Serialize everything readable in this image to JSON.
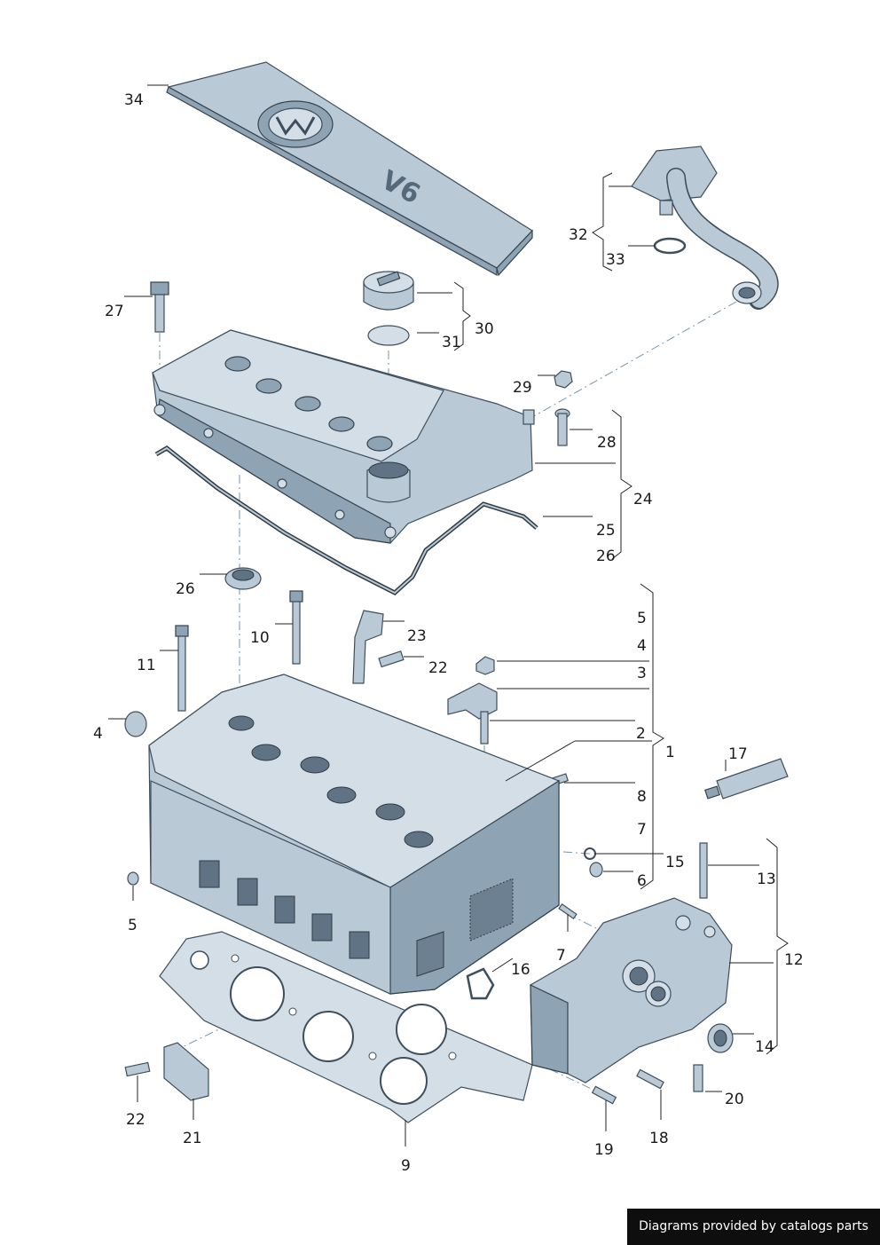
{
  "callouts": {
    "c1": "1",
    "c2": "2",
    "c3": "3",
    "c4a": "4",
    "c4b": "4",
    "c5a": "5",
    "c5b": "5",
    "c6": "6",
    "c7a": "7",
    "c7b": "7",
    "c8": "8",
    "c9": "9",
    "c10": "10",
    "c11": "11",
    "c12": "12",
    "c13": "13",
    "c14": "14",
    "c15": "15",
    "c16": "16",
    "c17": "17",
    "c18": "18",
    "c19": "19",
    "c20": "20",
    "c21": "21",
    "c22a": "22",
    "c22b": "22",
    "c23": "23",
    "c24": "24",
    "c25": "25",
    "c26a": "26",
    "c26b": "26",
    "c27": "27",
    "c28": "28",
    "c29": "29",
    "c30": "30",
    "c31": "31",
    "c32": "32",
    "c33": "33",
    "c34": "34"
  },
  "cover_badge": "V6",
  "footer_text": "Diagrams provided by catalogs parts",
  "colors": {
    "part_fill": "#b9c9d6",
    "outline": "#3e4e5c",
    "footer_bg": "#0e0e0e"
  }
}
